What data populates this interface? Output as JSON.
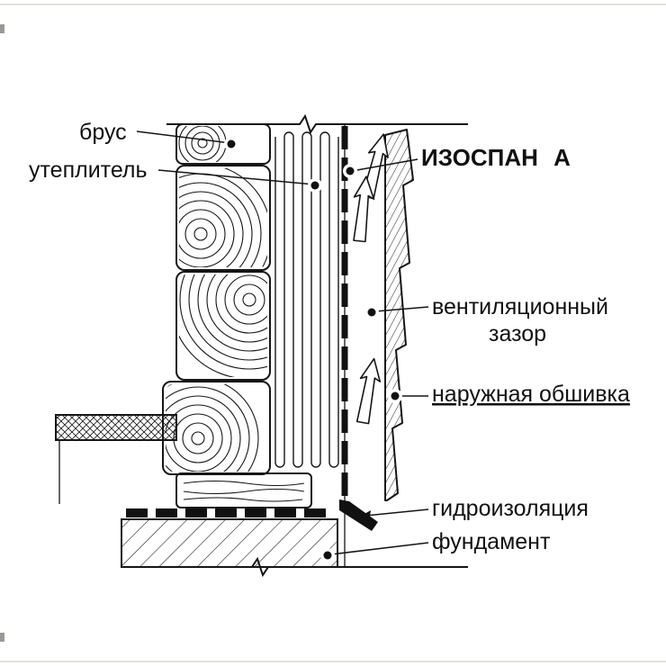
{
  "labels": {
    "brus": "брус",
    "uteplitel": "утеплитель",
    "izospan": "ИЗОСПАН А",
    "vent_line1": "вентиляционный",
    "vent_line2": "зазор",
    "obshivka": "наружная обшивка",
    "gidroizolyaciya": "гидроизоляция",
    "fundament": "фундамент"
  },
  "colors": {
    "line": "#161616",
    "background": "#ffffff"
  }
}
